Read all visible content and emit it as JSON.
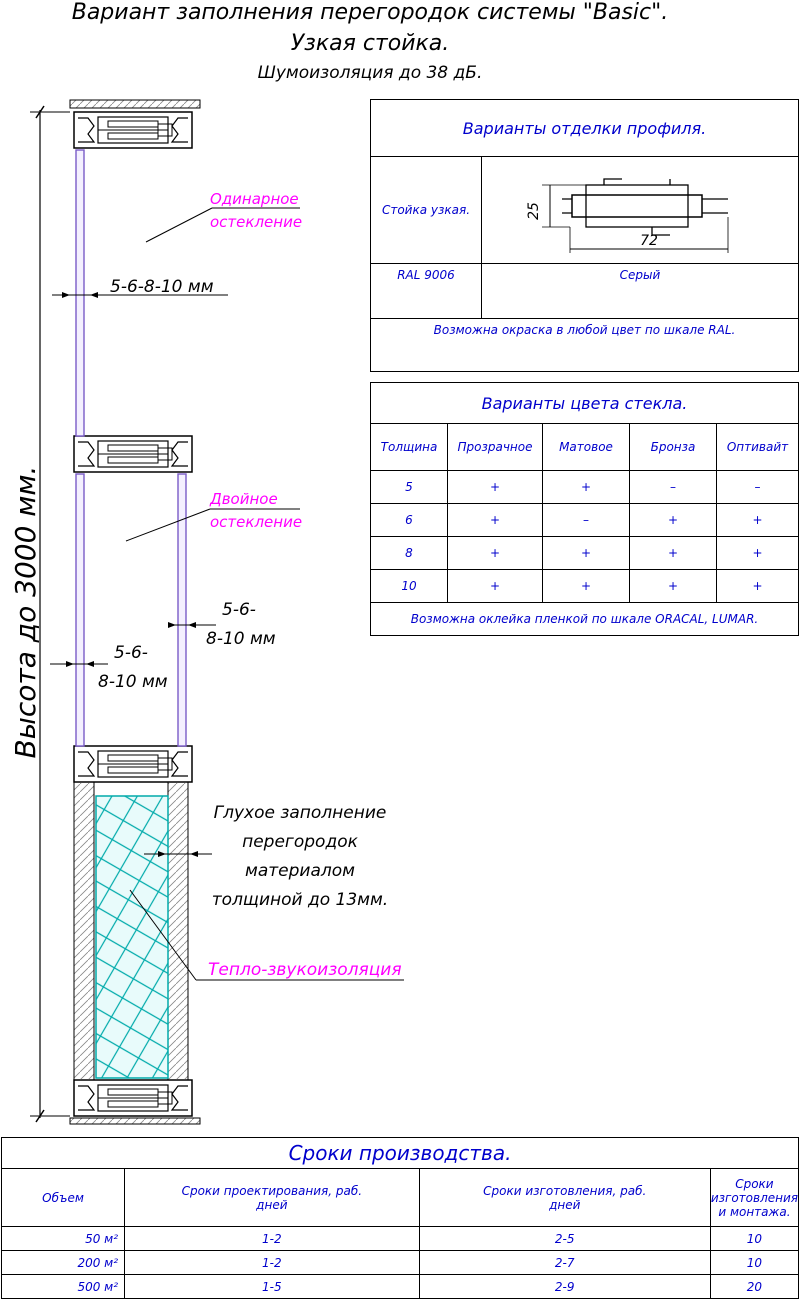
{
  "header": {
    "line1": "Вариант заполнения перегородок системы \"Basic\".",
    "line2": "Узкая стойка.",
    "line3": "Шумоизоляция до 38 дБ."
  },
  "diagram": {
    "height_label": "Высота до 3000 мм.",
    "single_glazing_line1": "Одинарное",
    "single_glazing_line2": "остекление",
    "single_thickness": "5-6-8-10 мм",
    "double_glazing_line1": "Двойное",
    "double_glazing_line2": "остекление",
    "double_right_line1": "5-6-",
    "double_right_line2": "8-10 мм",
    "double_left_line1": "5-6-",
    "double_left_line2": "8-10 мм",
    "solid_fill_line1": "Глухое заполнение",
    "solid_fill_line2": "перегородок",
    "solid_fill_line3": "материалом",
    "solid_fill_line4": "толщиной до 13мм.",
    "insulation_label": "Тепло-звукоизоляция",
    "colors": {
      "magenta": "#ff00ff",
      "cyan": "#00aaaa",
      "purple": "#7a5cc8",
      "gray": "#888888"
    }
  },
  "finish_table": {
    "title": "Варианты отделки профиля.",
    "row_label": "Стойка узкая.",
    "dim_height": "25",
    "dim_width": "72",
    "ral": "RAL 9006",
    "color": "Серый",
    "note": "Возможна окраска в любой цвет по шкале RAL."
  },
  "glass_table": {
    "title": "Варианты цвета стекла.",
    "headers": [
      "Толщина",
      "Прозрачное",
      "Матовое",
      "Бронза",
      "Оптивайт"
    ],
    "rows": [
      [
        "5",
        "+",
        "+",
        "–",
        "–"
      ],
      [
        "6",
        "+",
        "–",
        "+",
        "+"
      ],
      [
        "8",
        "+",
        "+",
        "+",
        "+"
      ],
      [
        "10",
        "+",
        "+",
        "+",
        "+"
      ]
    ],
    "note": "Возможна оклейка пленкой по шкале ORACAL, LUMAR."
  },
  "production_table": {
    "title": "Сроки производства.",
    "headers": [
      "Объем",
      "Сроки проектирования, раб. дней",
      "Сроки изготовления, раб. дней",
      "Сроки изготовления и монтажа."
    ],
    "rows": [
      [
        "50 м²",
        "1-2",
        "2-5",
        "10"
      ],
      [
        "200 м²",
        "1-2",
        "2-7",
        "10"
      ],
      [
        "500 м²",
        "1-5",
        "2-9",
        "20"
      ]
    ]
  }
}
